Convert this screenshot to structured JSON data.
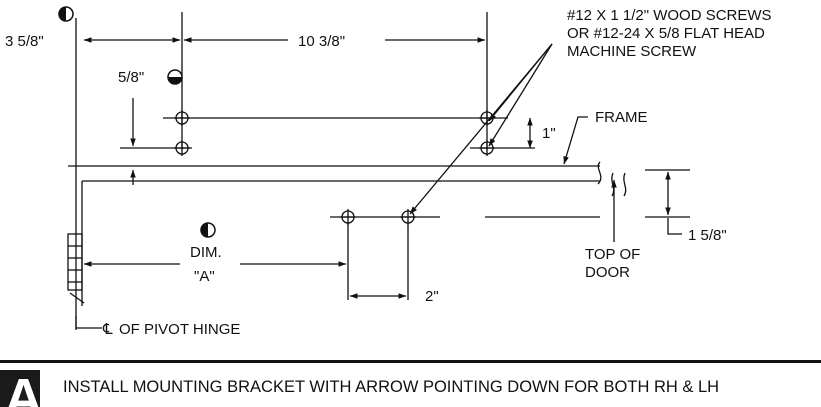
{
  "labels": {
    "dim_left": "3 5/8\"",
    "dim_top": "10 3/8\"",
    "dim_offset": "5/8\"",
    "dim_spacing": "1\"",
    "dim_gap": "1 5/8\"",
    "dim_bottom": "2\"",
    "screws_line1": "#12 X 1 1/2\" WOOD SCREWS",
    "screws_line2": "OR #12-24 X 5/8 FLAT HEAD",
    "screws_line3": "MACHINE SCREW",
    "frame": "FRAME",
    "dim_a_line1": "DIM.",
    "dim_a_line2": "\"A\"",
    "top_of_door_line1": "TOP OF",
    "top_of_door_line2": "DOOR",
    "pivot_hinge": "OF PIVOT HINGE",
    "centerline_symbol": "℄"
  },
  "banner": {
    "step": "A",
    "instruction": "INSTALL MOUNTING BRACKET WITH ARROW POINTING DOWN FOR BOTH RH & LH"
  }
}
